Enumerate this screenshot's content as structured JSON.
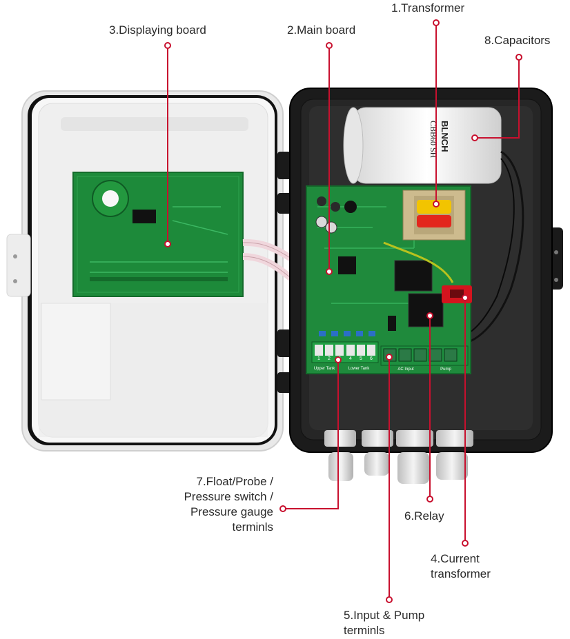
{
  "labels": {
    "transformer": "1.Transformer",
    "main_board": "2.Main board",
    "displaying_board": "3.Displaying board",
    "current_transformer_1": "4.Current",
    "current_transformer_2": "transformer",
    "input_pump_1": "5.Input & Pump",
    "input_pump_2": "terminls",
    "relay": "6.Relay",
    "float_probe_1": "7.Float/Probe /",
    "float_probe_2": "Pressure switch /",
    "float_probe_3": "Pressure gauge",
    "float_probe_4": "terminls",
    "capacitors": "8.Capacitors"
  },
  "capacitor_print": {
    "brand": "BLNCH",
    "model": "CBB60 SH"
  },
  "terminal_labels": {
    "upper_tank": "Upper Tank",
    "lower_tank": "Lower Tank",
    "ac_input": "AC Input",
    "pump": "Pump",
    "numbers": [
      "1",
      "2",
      "3",
      "4",
      "5",
      "6"
    ]
  },
  "colors": {
    "leader": "#c8102e",
    "board_green": "#1f8a3c",
    "enclosure": "#1c1c1c",
    "lid": "#f2f2f2"
  }
}
